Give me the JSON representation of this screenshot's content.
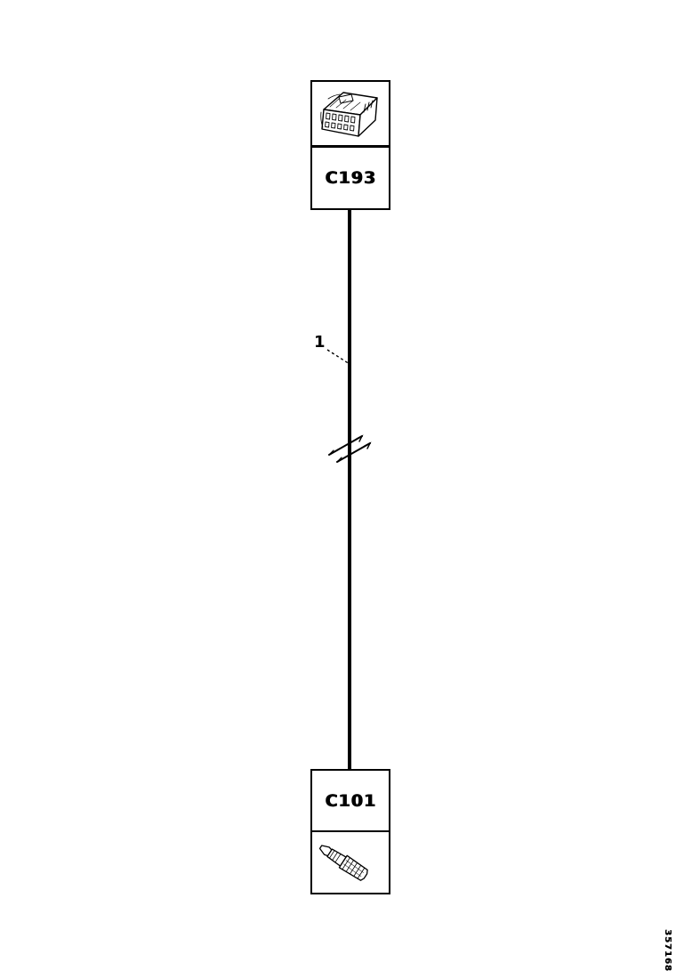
{
  "page": {
    "background_color": "#ffffff",
    "ink_color": "#000000",
    "doc_number": "357168"
  },
  "diagram": {
    "top_connector": {
      "label": "C193",
      "icon": "multipin-connector-icon"
    },
    "bottom_connector": {
      "label": "C101",
      "icon": "terminal-pin-icon"
    },
    "wire": {
      "callout_label": "1",
      "style": "solid-black-vertical",
      "break_symbol": "double-slash"
    }
  }
}
